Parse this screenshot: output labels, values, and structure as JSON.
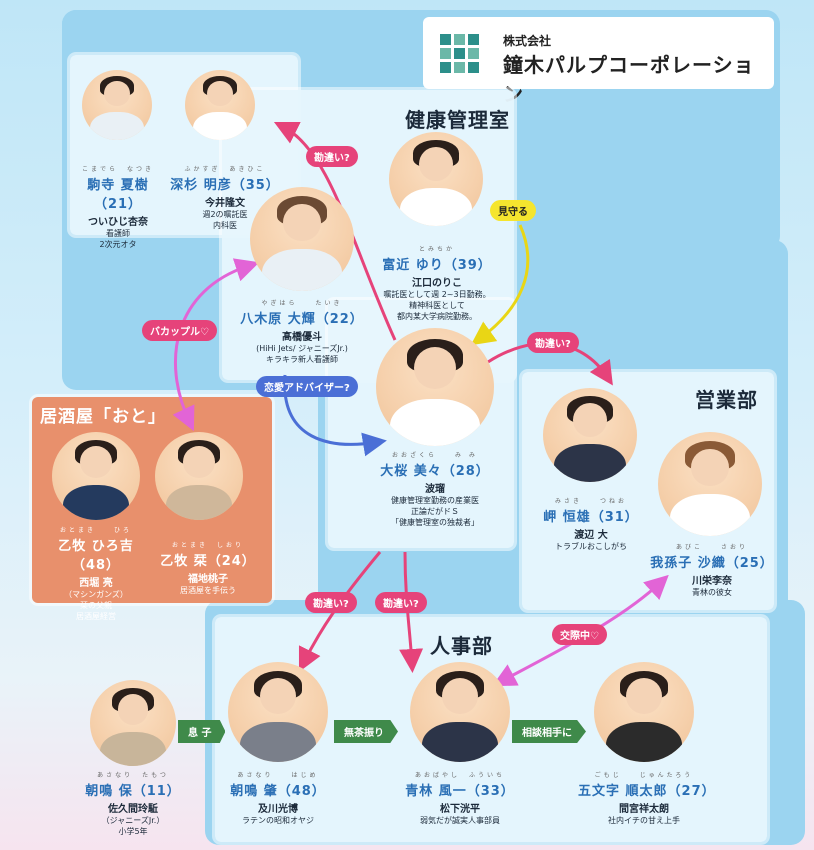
{
  "company": {
    "sub": "株式会社",
    "name": "鐘木パルプコーポレーション"
  },
  "sections": {
    "kenko": "健康管理室",
    "eigyo": "営業部",
    "izakaya": "居酒屋「おと」",
    "jinji": "人事部"
  },
  "characters": {
    "komadera": {
      "ruby": "こまでら　なつき",
      "name": "駒寺 夏樹（21）",
      "actor": "ついひじ杏奈",
      "desc": [
        "看護師",
        "2次元オタ"
      ]
    },
    "fukasugi": {
      "ruby": "ふかすぎ　あきひこ",
      "name": "深杉 明彦（35）",
      "actor": "今井隆文",
      "desc": [
        "週2の嘱託医",
        "内科医"
      ]
    },
    "tomichika": {
      "ruby": "とみちか",
      "name": "富近 ゆり（39）",
      "actor": "江口のりこ",
      "desc": [
        "嘱託医として週 2~3日勤務。",
        "精神科医として",
        "都内某大学病院勤務。"
      ]
    },
    "yagihara": {
      "ruby": "やぎはら　　たいき",
      "name": "八木原 大輝（22）",
      "actor": "髙橋優斗",
      "actor_sub": "(HiHi Jets/ ジャニーズJr.)",
      "desc": [
        "キラキラ新人看護師"
      ]
    },
    "osakura": {
      "ruby": "おおざくら　　み み",
      "name": "大桜 美々（28）",
      "actor": "波瑠",
      "desc": [
        "健康管理室勤務の産業医",
        "正論だがドＳ",
        "「健康管理室の独裁者」"
      ]
    },
    "misaki": {
      "ruby": "みさき　　つねお",
      "name": "岬 恒雄（31）",
      "actor": "渡辺 大",
      "desc": [
        "トラブルおこしがち"
      ]
    },
    "abiko": {
      "ruby": "あびこ　　さおり",
      "name": "我孫子 沙織（25）",
      "actor": "川栄李奈",
      "desc": [
        "青林の彼女"
      ]
    },
    "otohiro": {
      "ruby": "おとまき　　ひろ",
      "name": "乙牧 ひろ吉（48）",
      "actor": "西堀 亮",
      "actor_sub": "（マシンガンズ）",
      "desc": [
        "栞の父親",
        "居酒屋経営"
      ]
    },
    "otoshiori": {
      "ruby": "おとまき　しおり",
      "name": "乙牧 栞（24）",
      "actor": "福地桃子",
      "desc": [
        "居酒屋を手伝う"
      ]
    },
    "asanaru_tamotsu": {
      "ruby": "あさなり　たもつ",
      "name": "朝鳴 保（11）",
      "actor": "佐久間玲駈",
      "actor_sub": "（ジャニーズJr.）",
      "desc": [
        "小学5年"
      ]
    },
    "asanaru_hajime": {
      "ruby": "あさなり　　はじめ",
      "name": "朝鳴 肇（48）",
      "actor": "及川光博",
      "desc": [
        "ラテンの昭和オヤジ"
      ]
    },
    "aobayashi": {
      "ruby": "あおばやし　ふういち",
      "name": "青林 風一（33）",
      "actor": "松下洸平",
      "desc": [
        "弱気だが誠実人事部員"
      ]
    },
    "gomonji": {
      "ruby": "ごもじ　　じゅんたろう",
      "name": "五文字 順太郎（27）",
      "actor": "間宮祥太朗",
      "desc": [
        "社内イチの甘え上手"
      ]
    }
  },
  "relations": {
    "kanchigai_1": "勘違い?",
    "mimamoru": "見守る",
    "kanchigai_2": "勘違い?",
    "bakappuru": "バカップル♡",
    "renai": "恋愛アドバイザー?",
    "kanchigai_3": "勘違い?",
    "kanchigai_4": "勘違い?",
    "koisai": "交際中♡",
    "musuko": "息 子",
    "muchaburi": "無茶振り",
    "sodan": "相談相手に"
  },
  "colors": {
    "pink": "#e6437a",
    "yellow": "#f5e52e",
    "blue": "#4b6fd6",
    "green": "#3f8a4a",
    "orange_panel": "#e8906c",
    "name_blue": "#2a6fb5"
  }
}
